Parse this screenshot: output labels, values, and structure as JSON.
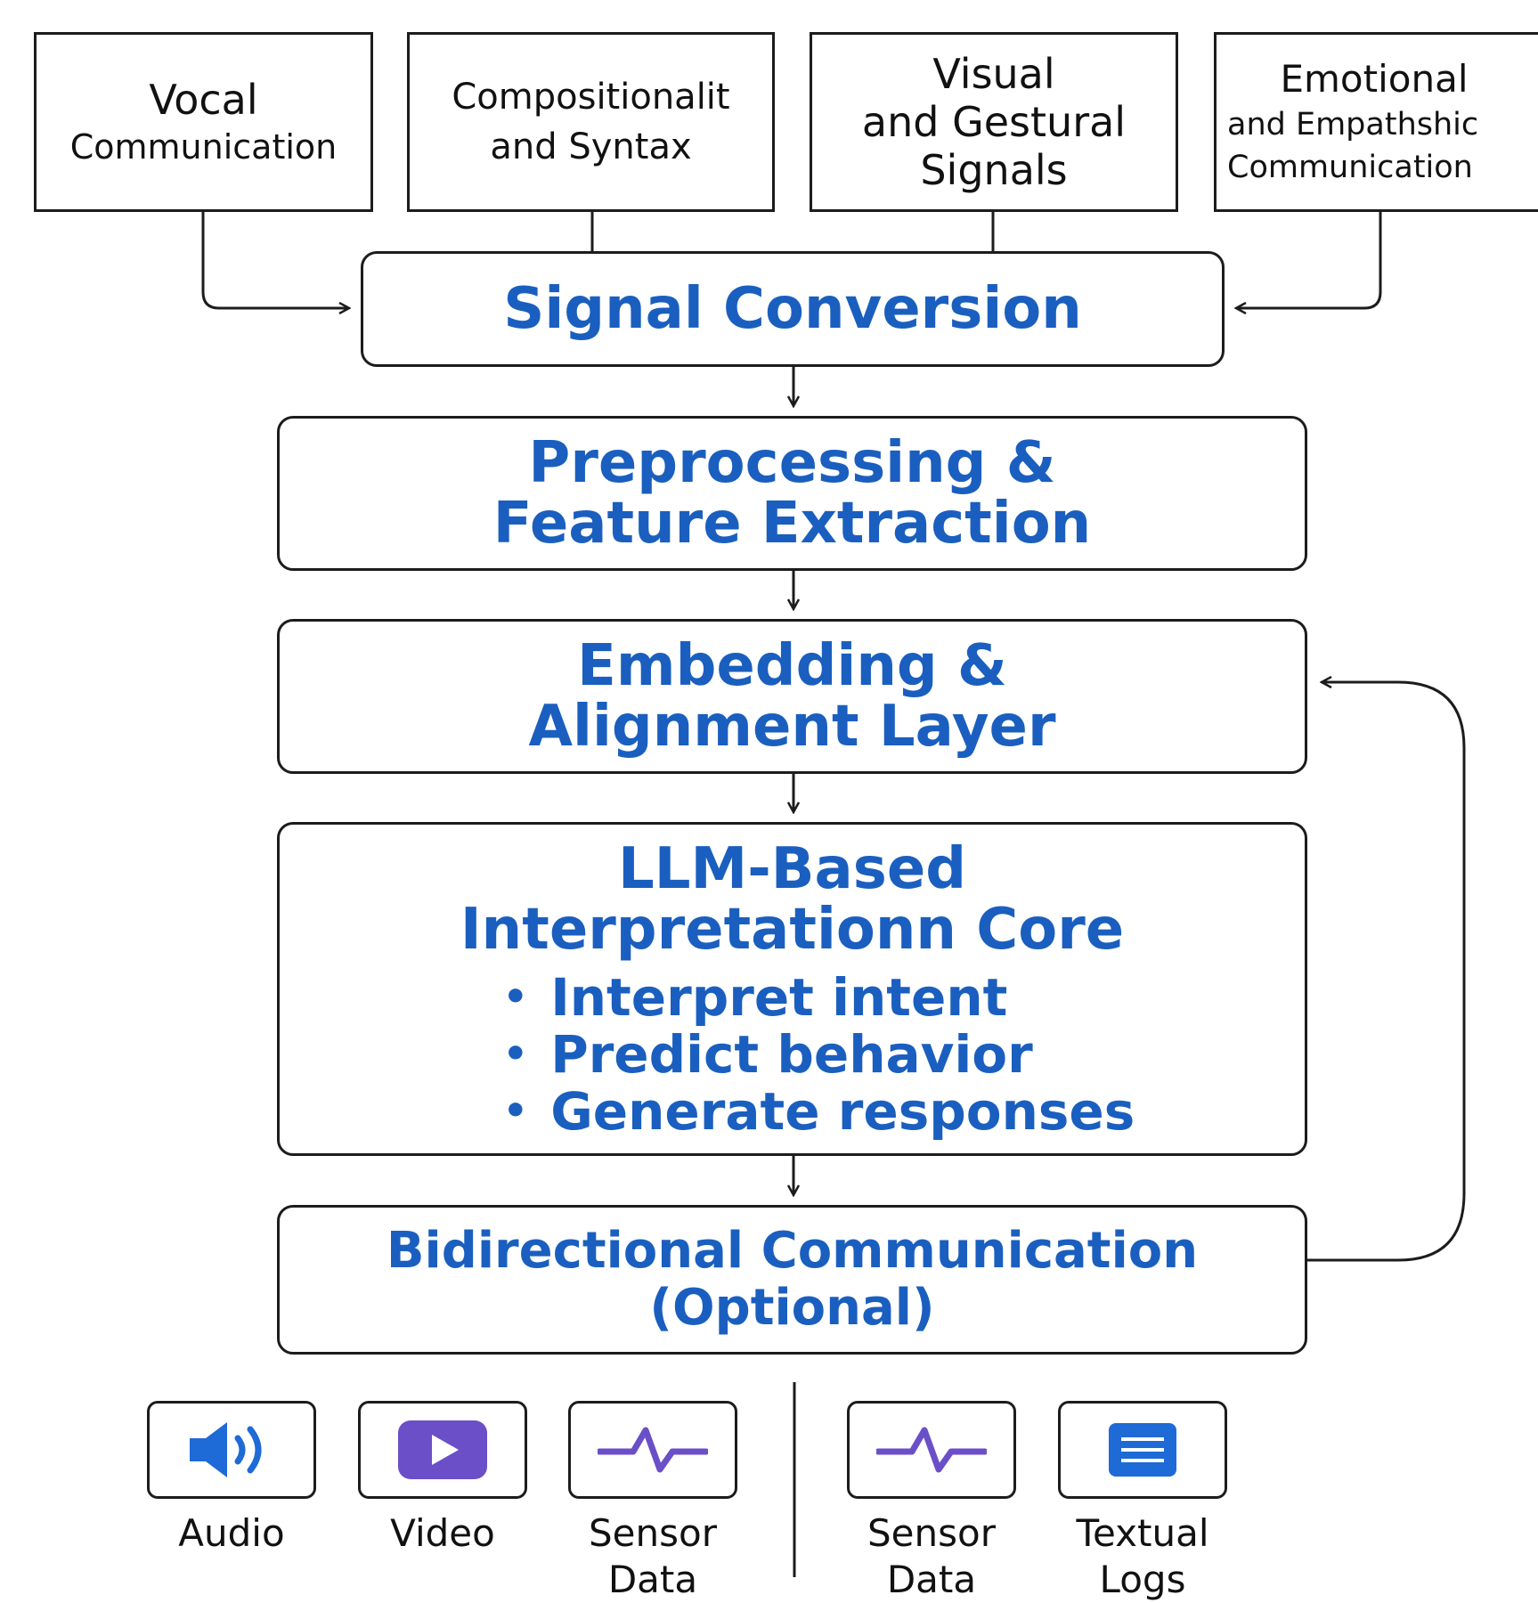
{
  "top_boxes": [
    {
      "line1": "Vocal",
      "line2": "Communication"
    },
    {
      "line1": "Compositionalit",
      "line2": "and Syntax"
    },
    {
      "line1": "Visual",
      "line2": "and Gestural",
      "line3": "Signals"
    },
    {
      "line1": "Emotional",
      "line2": "and Empathshic",
      "line3": "Communication"
    }
  ],
  "pipeline": {
    "signal_conversion": "Signal Conversion",
    "preprocessing": {
      "line1": "Preprocessing &",
      "line2": "Feature Extraction"
    },
    "embedding": {
      "line1": "Embedding &",
      "line2": "Alignment Layer"
    },
    "llm_core": {
      "line1": "LLM-Based",
      "line2": "Interpretationn Core",
      "bullets": [
        "Interpret intent",
        "Predict behavior",
        "Generate responses"
      ]
    },
    "bidirectional": {
      "line1": "Bidirectional Communication",
      "line2": "(Optional)"
    }
  },
  "modalities_left": [
    {
      "icon": "speaker-icon",
      "label_line1": "Audio",
      "label_line2": ""
    },
    {
      "icon": "play-icon",
      "label_line1": "Video",
      "label_line2": ""
    },
    {
      "icon": "waveform-icon",
      "label_line1": "Sensor",
      "label_line2": "Data"
    }
  ],
  "modalities_right": [
    {
      "icon": "waveform-icon",
      "label_line1": "Sensor",
      "label_line2": "Data"
    },
    {
      "icon": "document-icon",
      "label_line1": "Textual",
      "label_line2": "Logs"
    }
  ],
  "colors": {
    "accent_blue": "#1a5fbf",
    "icon_blue": "#1e6ad6",
    "icon_purple": "#6b4fc8",
    "line": "#1c1c1c"
  }
}
